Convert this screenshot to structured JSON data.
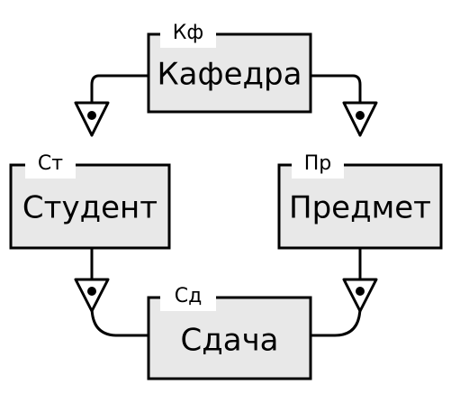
{
  "diagram": {
    "entities": {
      "kafedra": {
        "name": "Кафедра",
        "abbr": "Кф"
      },
      "student": {
        "name": "Студент",
        "abbr": "Ст"
      },
      "predmet": {
        "name": "Предмет",
        "abbr": "Пр"
      },
      "sdacha": {
        "name": "Сдача",
        "abbr": "Сд"
      }
    },
    "relationships": [
      {
        "from": "kafedra",
        "to": "student",
        "marker": "many-dot"
      },
      {
        "from": "kafedra",
        "to": "predmet",
        "marker": "many-dot"
      },
      {
        "from": "student",
        "to": "sdacha",
        "marker": "many-dot"
      },
      {
        "from": "predmet",
        "to": "sdacha",
        "marker": "many-dot"
      }
    ]
  }
}
